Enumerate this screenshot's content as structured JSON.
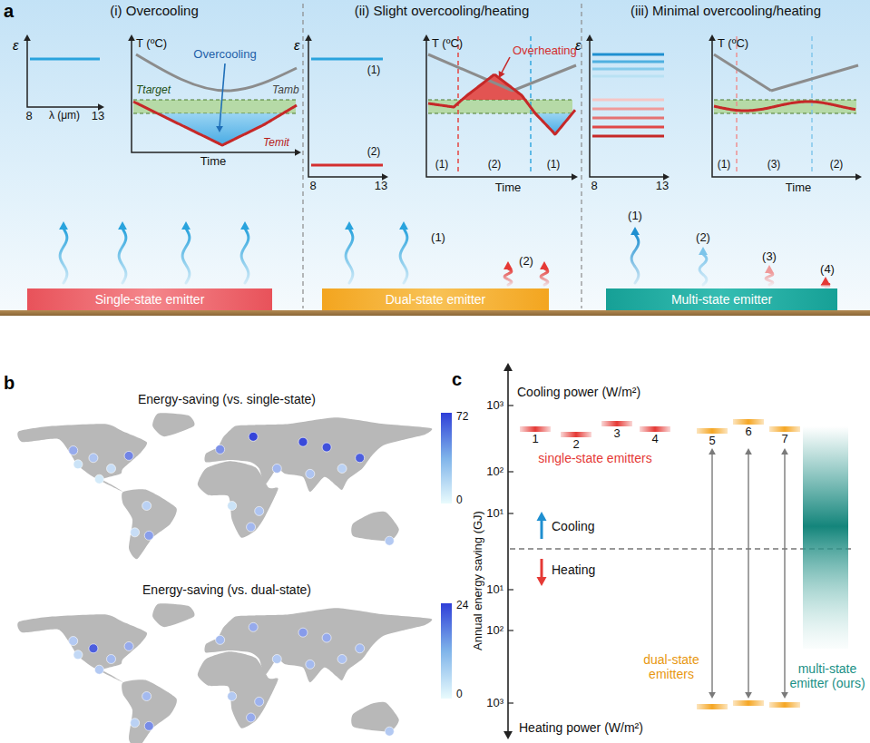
{
  "diagram": {
    "nodes": [
      {
        "text": [
          "Single-state emitter"
        ]
      },
      {
        "text": [
          "Dual-state emitter"
        ]
      },
      {
        "text": [
          "Multi-state emitter"
        ]
      }
    ],
    "labels": [
      "a",
      "(i) Overcooling",
      "ε",
      "T (ºC)",
      "Overcooling",
      "Ttarget",
      "Tamb",
      "Temit",
      "λ (μm)",
      "8",
      "13",
      "Time",
      "(ii) Slight overcooling/heating",
      "ε",
      "(1)",
      "(2)",
      "8",
      "13",
      "T (ºC)",
      "Overheating",
      "(1)",
      "(2)",
      "(1)",
      "Time",
      "(1)",
      "(2)",
      "(iii) Minimal overcooling/heating",
      "ε",
      "8",
      "13",
      "T (ºC)",
      "(1)",
      "(3)",
      "(2)",
      "Time",
      "(1)",
      "(2)",
      "(3)",
      "(4)",
      "b",
      "Energy-saving (vs. single-state)",
      "72",
      "0",
      "Energy-saving (vs. dual-state)",
      "24",
      "0",
      "Annual energy saving (GJ)",
      "c",
      "Cooling power (W/m²)",
      "10³",
      "10²",
      "10¹",
      "1",
      "2",
      "3",
      "4",
      "single-state emitters",
      "5",
      "6",
      "7",
      "Cooling",
      "Heating",
      "10¹",
      "10²",
      "10³",
      "dual-state emitters",
      "multi-state emitter (ours)",
      "Heating power (W/m²)"
    ]
  }
}
